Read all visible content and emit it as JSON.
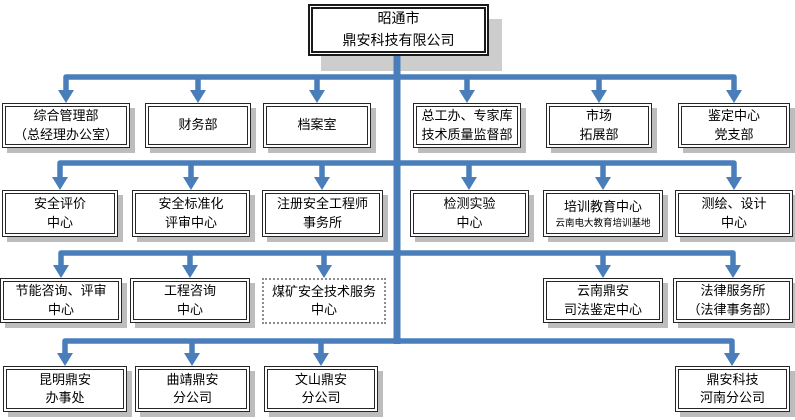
{
  "colors": {
    "connector": "#4a7ebb",
    "shadow": "#bdbdbd",
    "border": "#262626"
  },
  "root": {
    "line1": "昭通市",
    "line2": "鼎安科技有限公司"
  },
  "level2": [
    {
      "line1": "综合管理部",
      "line2": "（总经理办公室）"
    },
    {
      "line1": "财务部"
    },
    {
      "line1": "档案室"
    },
    {
      "line1": "总工办、专家库",
      "line2": "技术质量监督部"
    },
    {
      "line1": "市场",
      "line2": "拓展部"
    },
    {
      "line1": "鉴定中心",
      "line2": "党支部"
    }
  ],
  "level3": [
    {
      "line1": "安全评价",
      "line2": "中心"
    },
    {
      "line1": "安全标准化",
      "line2": "评审中心"
    },
    {
      "line1": "注册安全工程师",
      "line2": "事务所"
    },
    {
      "line1": "检测实验",
      "line2": "中心"
    },
    {
      "line1": "培训教育中心",
      "sub": "云南电大教育培训基地"
    },
    {
      "line1": "测绘、设计",
      "line2": "中心"
    }
  ],
  "level4": [
    {
      "line1": "节能咨询、评审",
      "line2": "中心"
    },
    {
      "line1": "工程咨询",
      "line2": "中心"
    },
    {
      "line1": "煤矿安全技术服务",
      "line2": "中心"
    },
    {
      "line1": "云南鼎安",
      "line2": "司法鉴定中心"
    },
    {
      "line1": "法律服务所",
      "line2": "（法律事务部）"
    }
  ],
  "level5": [
    {
      "line1": "昆明鼎安",
      "line2": "办事处"
    },
    {
      "line1": "曲靖鼎安",
      "line2": "分公司"
    },
    {
      "line1": "文山鼎安",
      "line2": "分公司"
    },
    {
      "line1": "鼎安科技",
      "line2": "河南分公司"
    }
  ]
}
